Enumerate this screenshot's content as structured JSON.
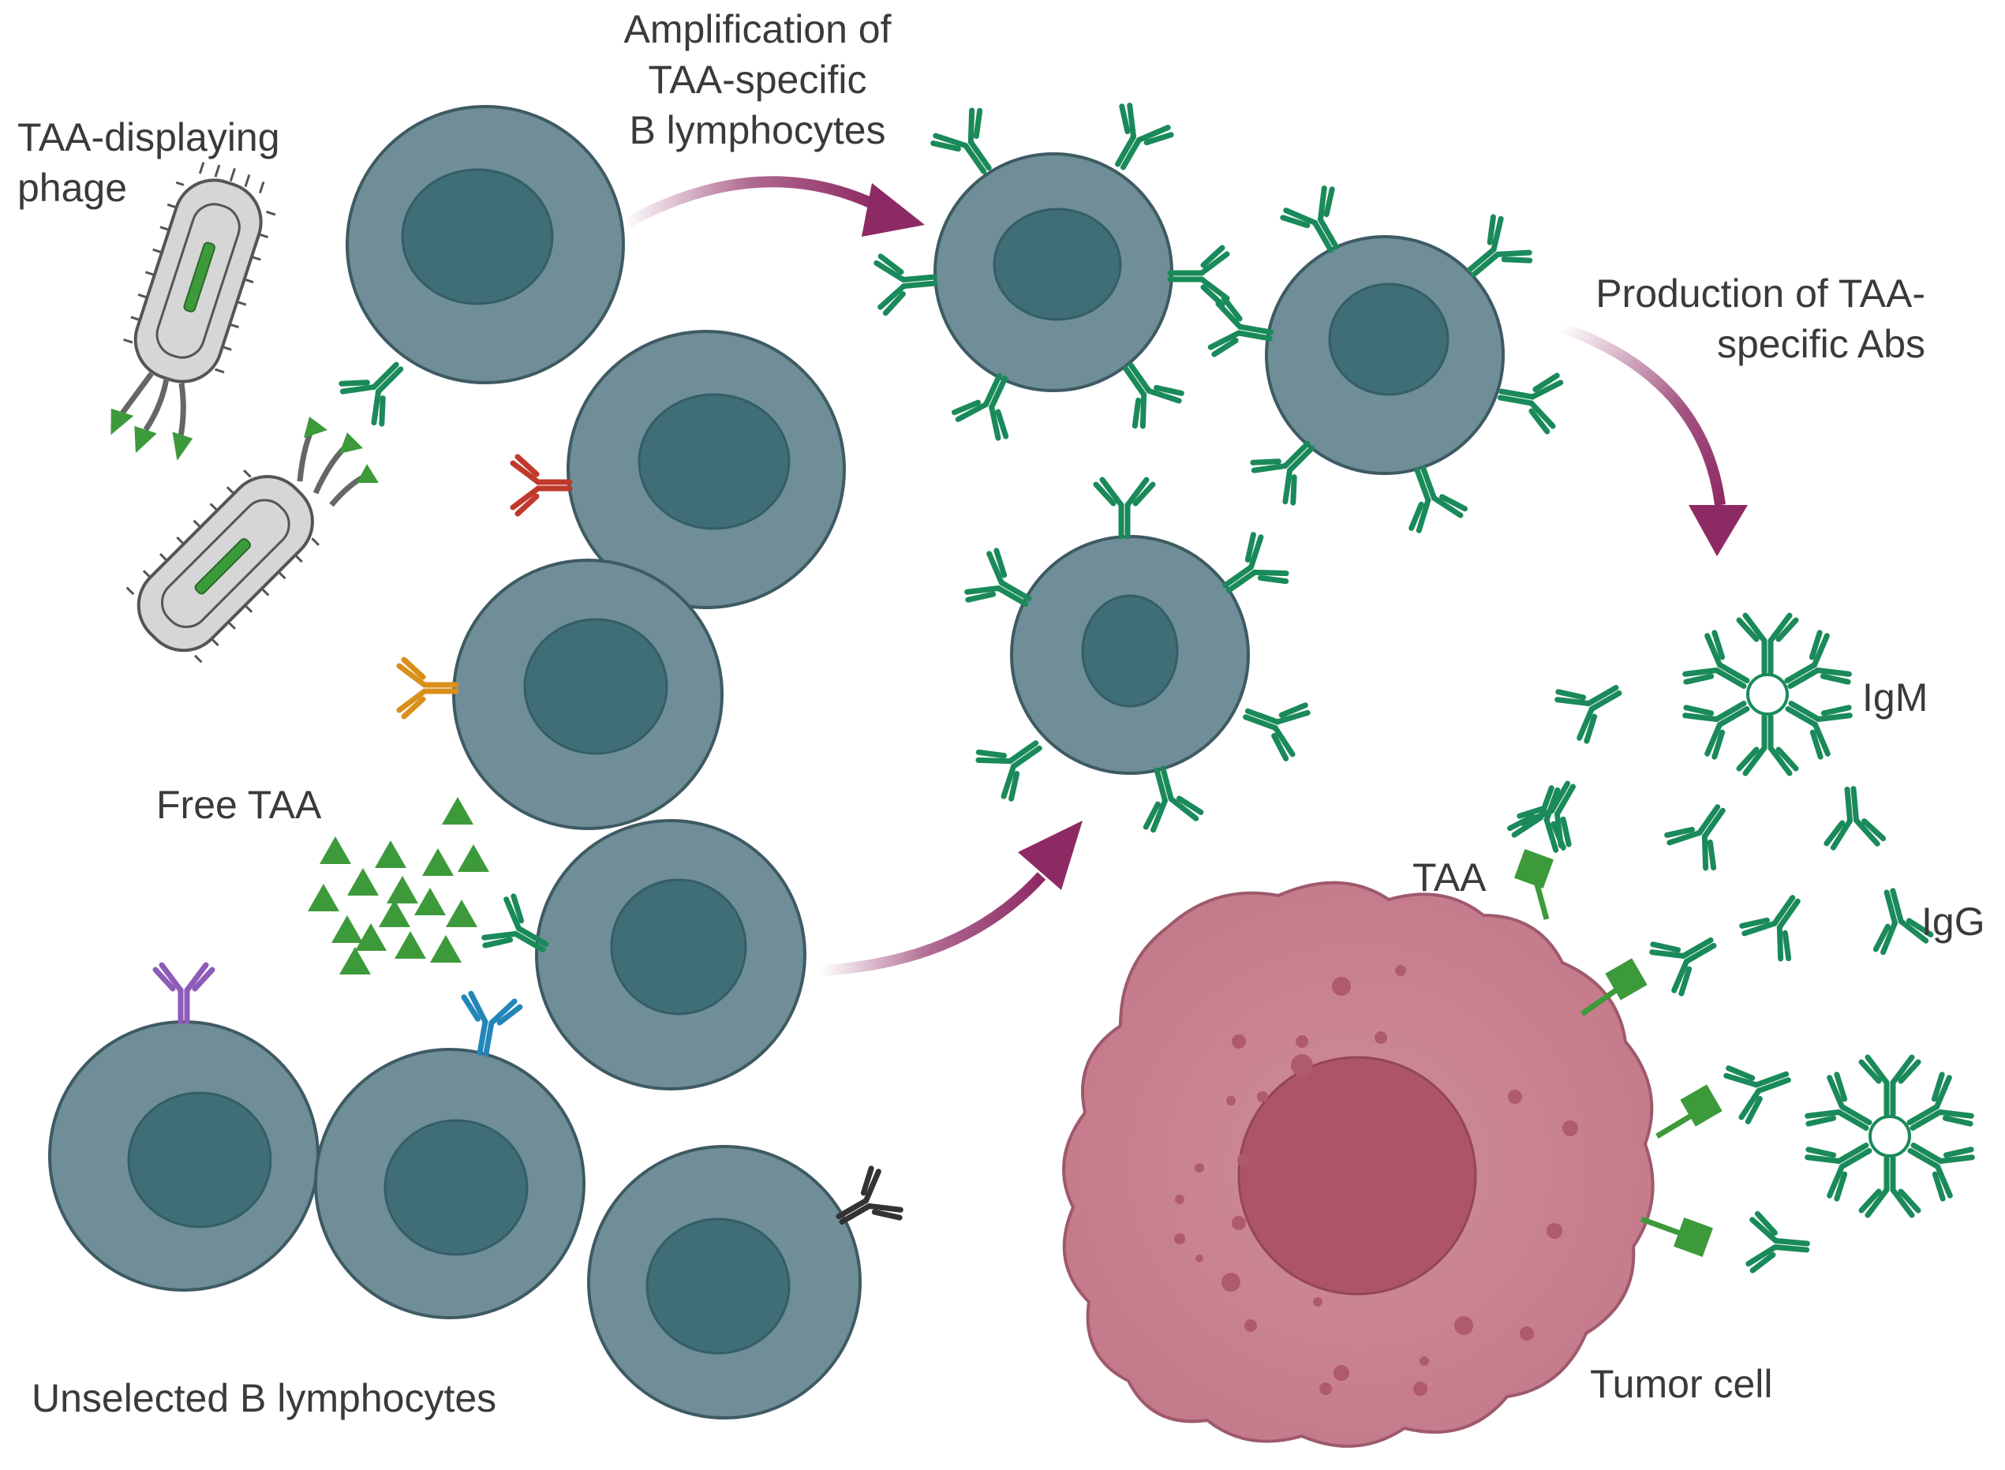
{
  "labels": {
    "taa_phage_line1": "TAA-displaying",
    "taa_phage_line2": "phage",
    "amplification_line1": "Amplification of",
    "amplification_line2": "TAA-specific",
    "amplification_line3": "B lymphocytes",
    "production_line1": "Production of TAA-",
    "production_line2": "specific Abs",
    "free_taa": "Free TAA",
    "unselected": "Unselected B lymphocytes",
    "igm": "IgM",
    "igg": "IgG",
    "taa": "TAA",
    "tumor_cell": "Tumor cell"
  },
  "colors": {
    "cell": "#6f8e98",
    "cell_stroke": "#3e5a63",
    "nucleus": "#3f6e77",
    "antibody_green": "#1a8a5a",
    "antigen_green": "#3d9a3a",
    "arrow": "#8e2a63",
    "tumor": "#c98392",
    "tumor_nucleus": "#ad5468",
    "red_ab": "#c0392b",
    "orange_ab": "#d9901a",
    "purple_ab": "#8e5cb8",
    "blue_ab": "#2386b8",
    "black_ab": "#333333"
  }
}
